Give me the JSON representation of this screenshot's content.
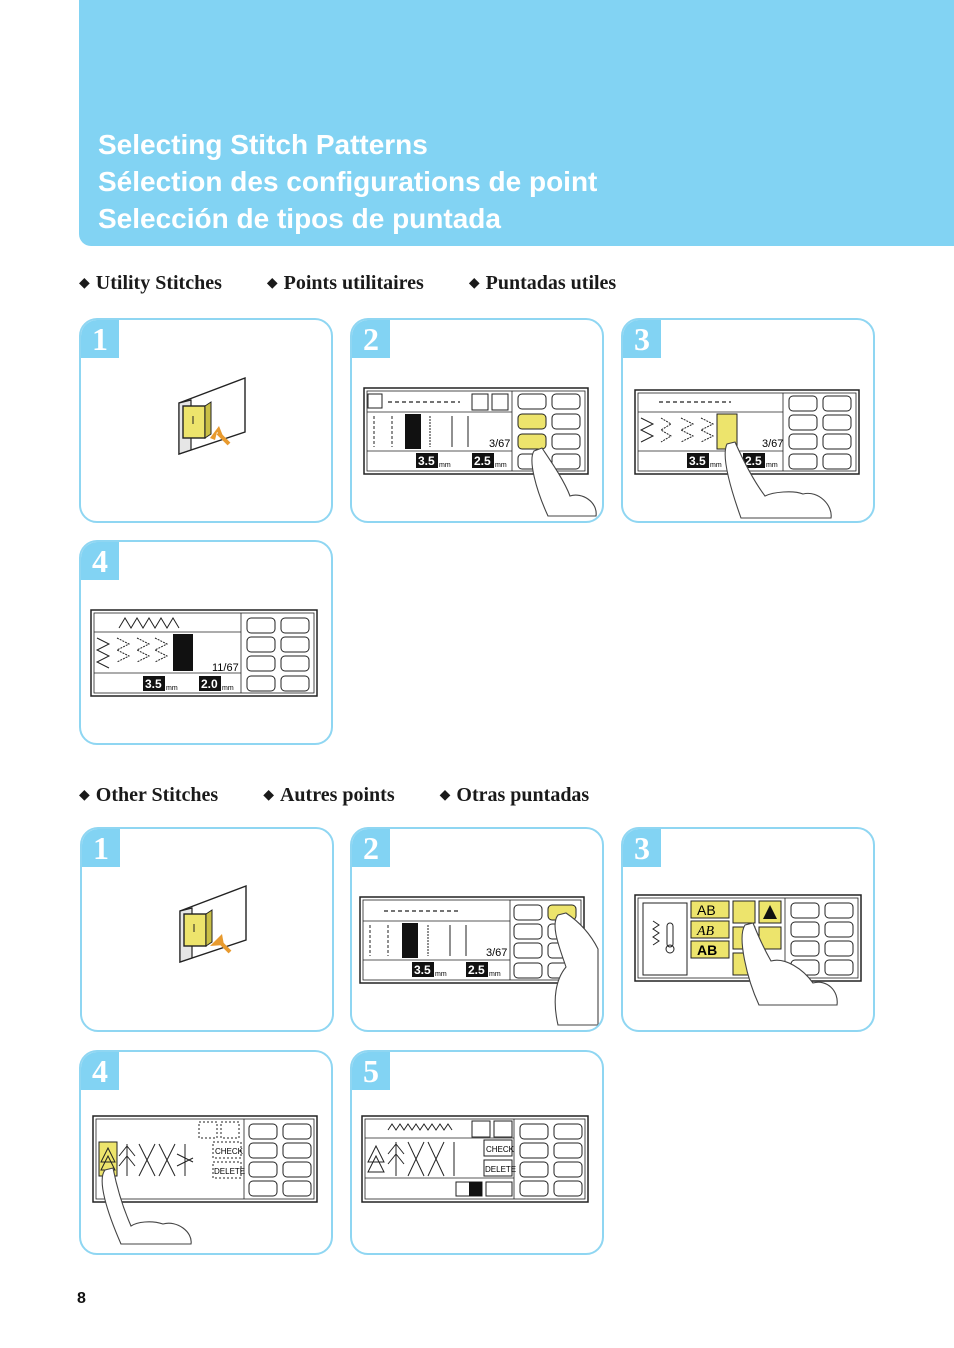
{
  "header": {
    "title_en": "Selecting Stitch Patterns",
    "title_fr": "Sélection des configurations de point",
    "title_es": "Selección de tipos de puntada",
    "color": "#82d3f3"
  },
  "utility_section": {
    "label_en": "Utility Stitches",
    "label_fr": "Points utilitaires",
    "label_es": "Puntadas utiles",
    "steps": [
      {
        "number": "1",
        "figure": "power-switch"
      },
      {
        "number": "2",
        "figure": "lcd-utility-screen",
        "counter": "3/67",
        "width": "3.5",
        "length": "2.5",
        "unit": "mm"
      },
      {
        "number": "3",
        "figure": "lcd-utility-screen",
        "counter": "3/67",
        "width": "3.5",
        "length": "2.5",
        "unit": "mm"
      },
      {
        "number": "4",
        "figure": "lcd-utility-screen",
        "counter": "11/67",
        "width": "3.5",
        "length": "2.0",
        "unit": "mm"
      }
    ]
  },
  "other_section": {
    "label_en": "Other Stitches",
    "label_fr": "Autres points",
    "label_es": "Otras puntadas",
    "steps": [
      {
        "number": "1",
        "figure": "power-switch"
      },
      {
        "number": "2",
        "figure": "lcd-utility-screen",
        "counter": "3/67",
        "width": "3.5",
        "length": "2.5",
        "unit": "mm"
      },
      {
        "number": "3",
        "figure": "lcd-category-screen",
        "cat1": "AB",
        "cat2": "AB",
        "cat3": "AB"
      },
      {
        "number": "4",
        "figure": "lcd-decorative-screen",
        "check": "CHECK",
        "delete": "DELETE"
      },
      {
        "number": "5",
        "figure": "lcd-decorative-screen",
        "check": "CHECK",
        "delete": "DELETE"
      }
    ]
  },
  "colors": {
    "highlight": "#ede46c",
    "arrow": "#e89a2e",
    "border": "#8fd6f2"
  },
  "page_number": "8"
}
